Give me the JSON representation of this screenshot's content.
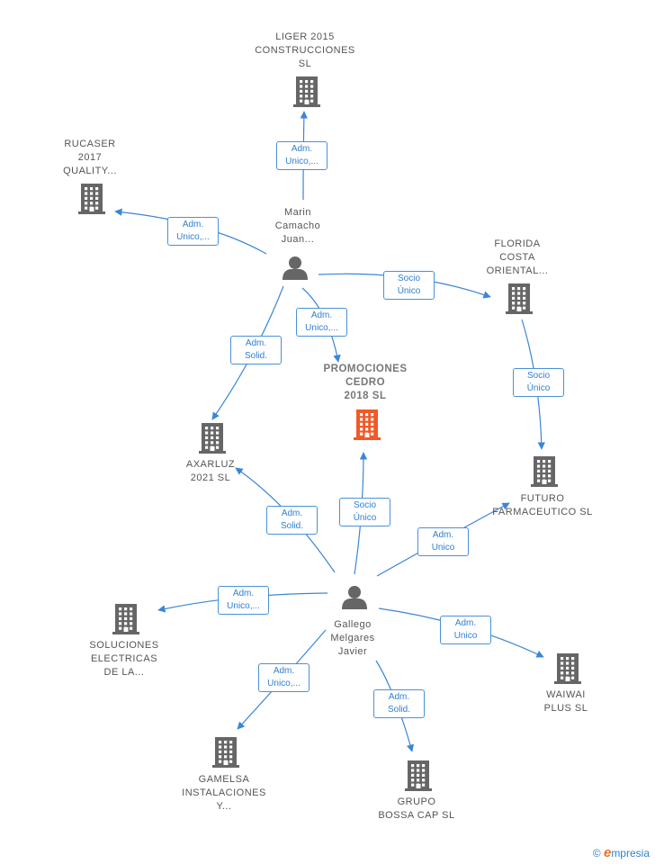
{
  "colors": {
    "edge": "#3b86d6",
    "building": "#666666",
    "building_main": "#f05a28",
    "person": "#666666"
  },
  "nodes": [
    {
      "id": "liger",
      "type": "company",
      "label_lines": [
        "LIGER 2015",
        "CONSTRUCCIONES",
        "SL"
      ]
    },
    {
      "id": "rucaser",
      "type": "company",
      "label_lines": [
        "RUCASER",
        "2017",
        "QUALITY..."
      ]
    },
    {
      "id": "marin",
      "type": "person",
      "label_lines": [
        "Marin",
        "Camacho",
        "Juan..."
      ]
    },
    {
      "id": "florida",
      "type": "company",
      "label_lines": [
        "FLORIDA",
        "COSTA",
        "ORIENTAL..."
      ]
    },
    {
      "id": "promociones",
      "type": "company_main",
      "label_lines": [
        "PROMOCIONES",
        "CEDRO",
        "2018  SL"
      ]
    },
    {
      "id": "axarluz",
      "type": "company",
      "label_lines": [
        "AXARLUZ",
        "2021  SL"
      ]
    },
    {
      "id": "futuro",
      "type": "company",
      "label_lines": [
        "FUTURO",
        "FARMACEUTICO SL"
      ]
    },
    {
      "id": "gallego",
      "type": "person",
      "label_lines": [
        "Gallego",
        "Melgares",
        "Javier"
      ]
    },
    {
      "id": "soluciones",
      "type": "company",
      "label_lines": [
        "SOLUCIONES",
        "ELECTRICAS",
        "DE LA..."
      ]
    },
    {
      "id": "waiwai",
      "type": "company",
      "label_lines": [
        "WAIWAI",
        "PLUS  SL"
      ]
    },
    {
      "id": "gamelsa",
      "type": "company",
      "label_lines": [
        "GAMELSA",
        "INSTALACIONES",
        "Y..."
      ]
    },
    {
      "id": "grupo",
      "type": "company",
      "label_lines": [
        "GRUPO",
        "BOSSA CAP SL"
      ]
    }
  ],
  "edges": [
    {
      "from": "marin",
      "to": "liger",
      "label_lines": [
        "Adm.",
        "Unico,..."
      ]
    },
    {
      "from": "marin",
      "to": "rucaser",
      "label_lines": [
        "Adm.",
        "Unico,..."
      ]
    },
    {
      "from": "marin",
      "to": "florida",
      "label_lines": [
        "Socio",
        "Único"
      ]
    },
    {
      "from": "marin",
      "to": "promociones",
      "label_lines": [
        "Adm.",
        "Unico,..."
      ]
    },
    {
      "from": "marin",
      "to": "axarluz",
      "label_lines": [
        "Adm.",
        "Solid."
      ]
    },
    {
      "from": "florida",
      "to": "futuro",
      "label_lines": [
        "Socio",
        "Único"
      ]
    },
    {
      "from": "gallego",
      "to": "axarluz",
      "label_lines": [
        "Adm.",
        "Solid."
      ]
    },
    {
      "from": "gallego",
      "to": "promociones",
      "label_lines": [
        "Socio",
        "Único"
      ]
    },
    {
      "from": "gallego",
      "to": "futuro",
      "label_lines": [
        "Adm.",
        "Unico"
      ]
    },
    {
      "from": "gallego",
      "to": "soluciones",
      "label_lines": [
        "Adm.",
        "Unico,..."
      ]
    },
    {
      "from": "gallego",
      "to": "waiwai",
      "label_lines": [
        "Adm.",
        "Unico"
      ]
    },
    {
      "from": "gallego",
      "to": "gamelsa",
      "label_lines": [
        "Adm.",
        "Unico,..."
      ]
    },
    {
      "from": "gallego",
      "to": "grupo",
      "label_lines": [
        "Adm.",
        "Solid."
      ]
    }
  ],
  "footer": {
    "copyright": "©",
    "brand_initial": "e",
    "brand_rest": "mpresia"
  }
}
